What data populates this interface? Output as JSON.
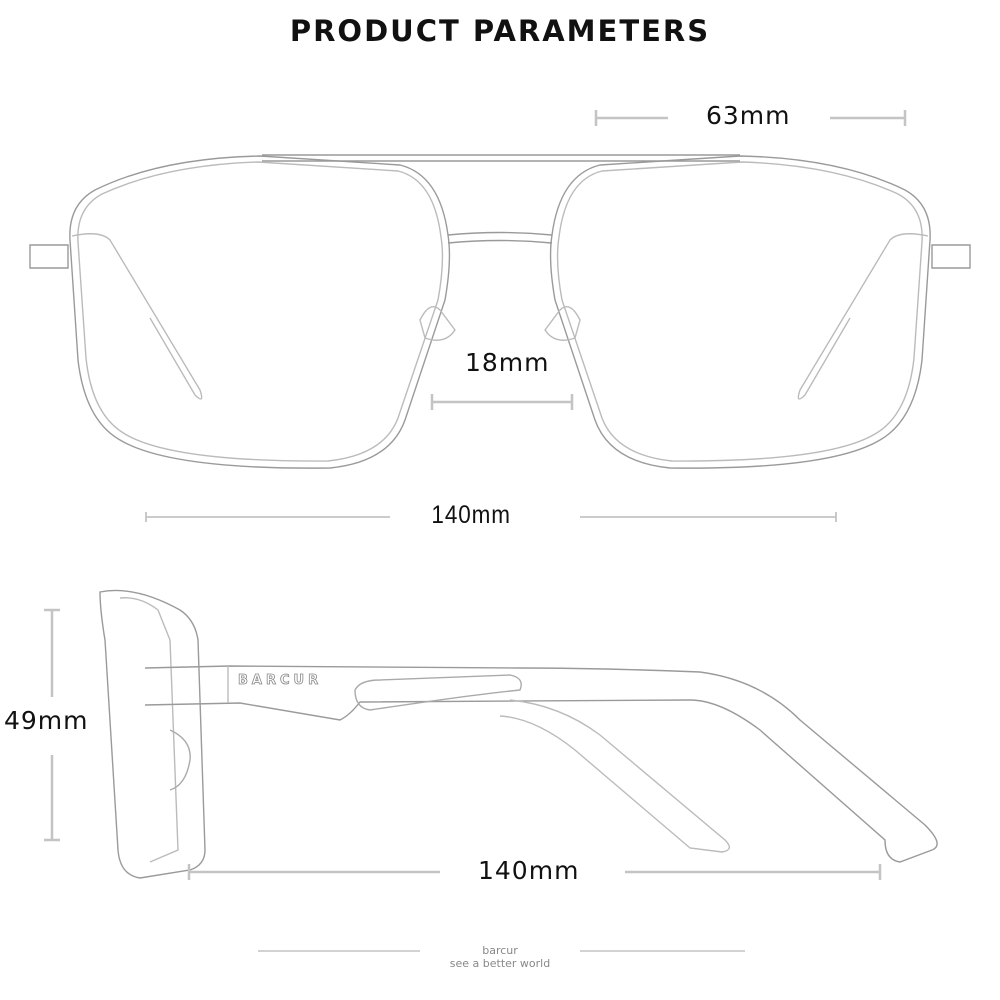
{
  "title": "PRODUCT PARAMETERS",
  "brand_on_temple": "BARCUR",
  "dimensions": {
    "lens_width": "63mm",
    "bridge_width": "18mm",
    "frame_width": "140mm",
    "lens_height": "49mm",
    "temple_length": "140mm"
  },
  "footer": {
    "brand": "barcur",
    "tagline": "see a better world"
  },
  "colors": {
    "line": "#c4c4c4",
    "sketch": "#9a9a9a",
    "text": "#111111",
    "footer_text": "#888888"
  }
}
